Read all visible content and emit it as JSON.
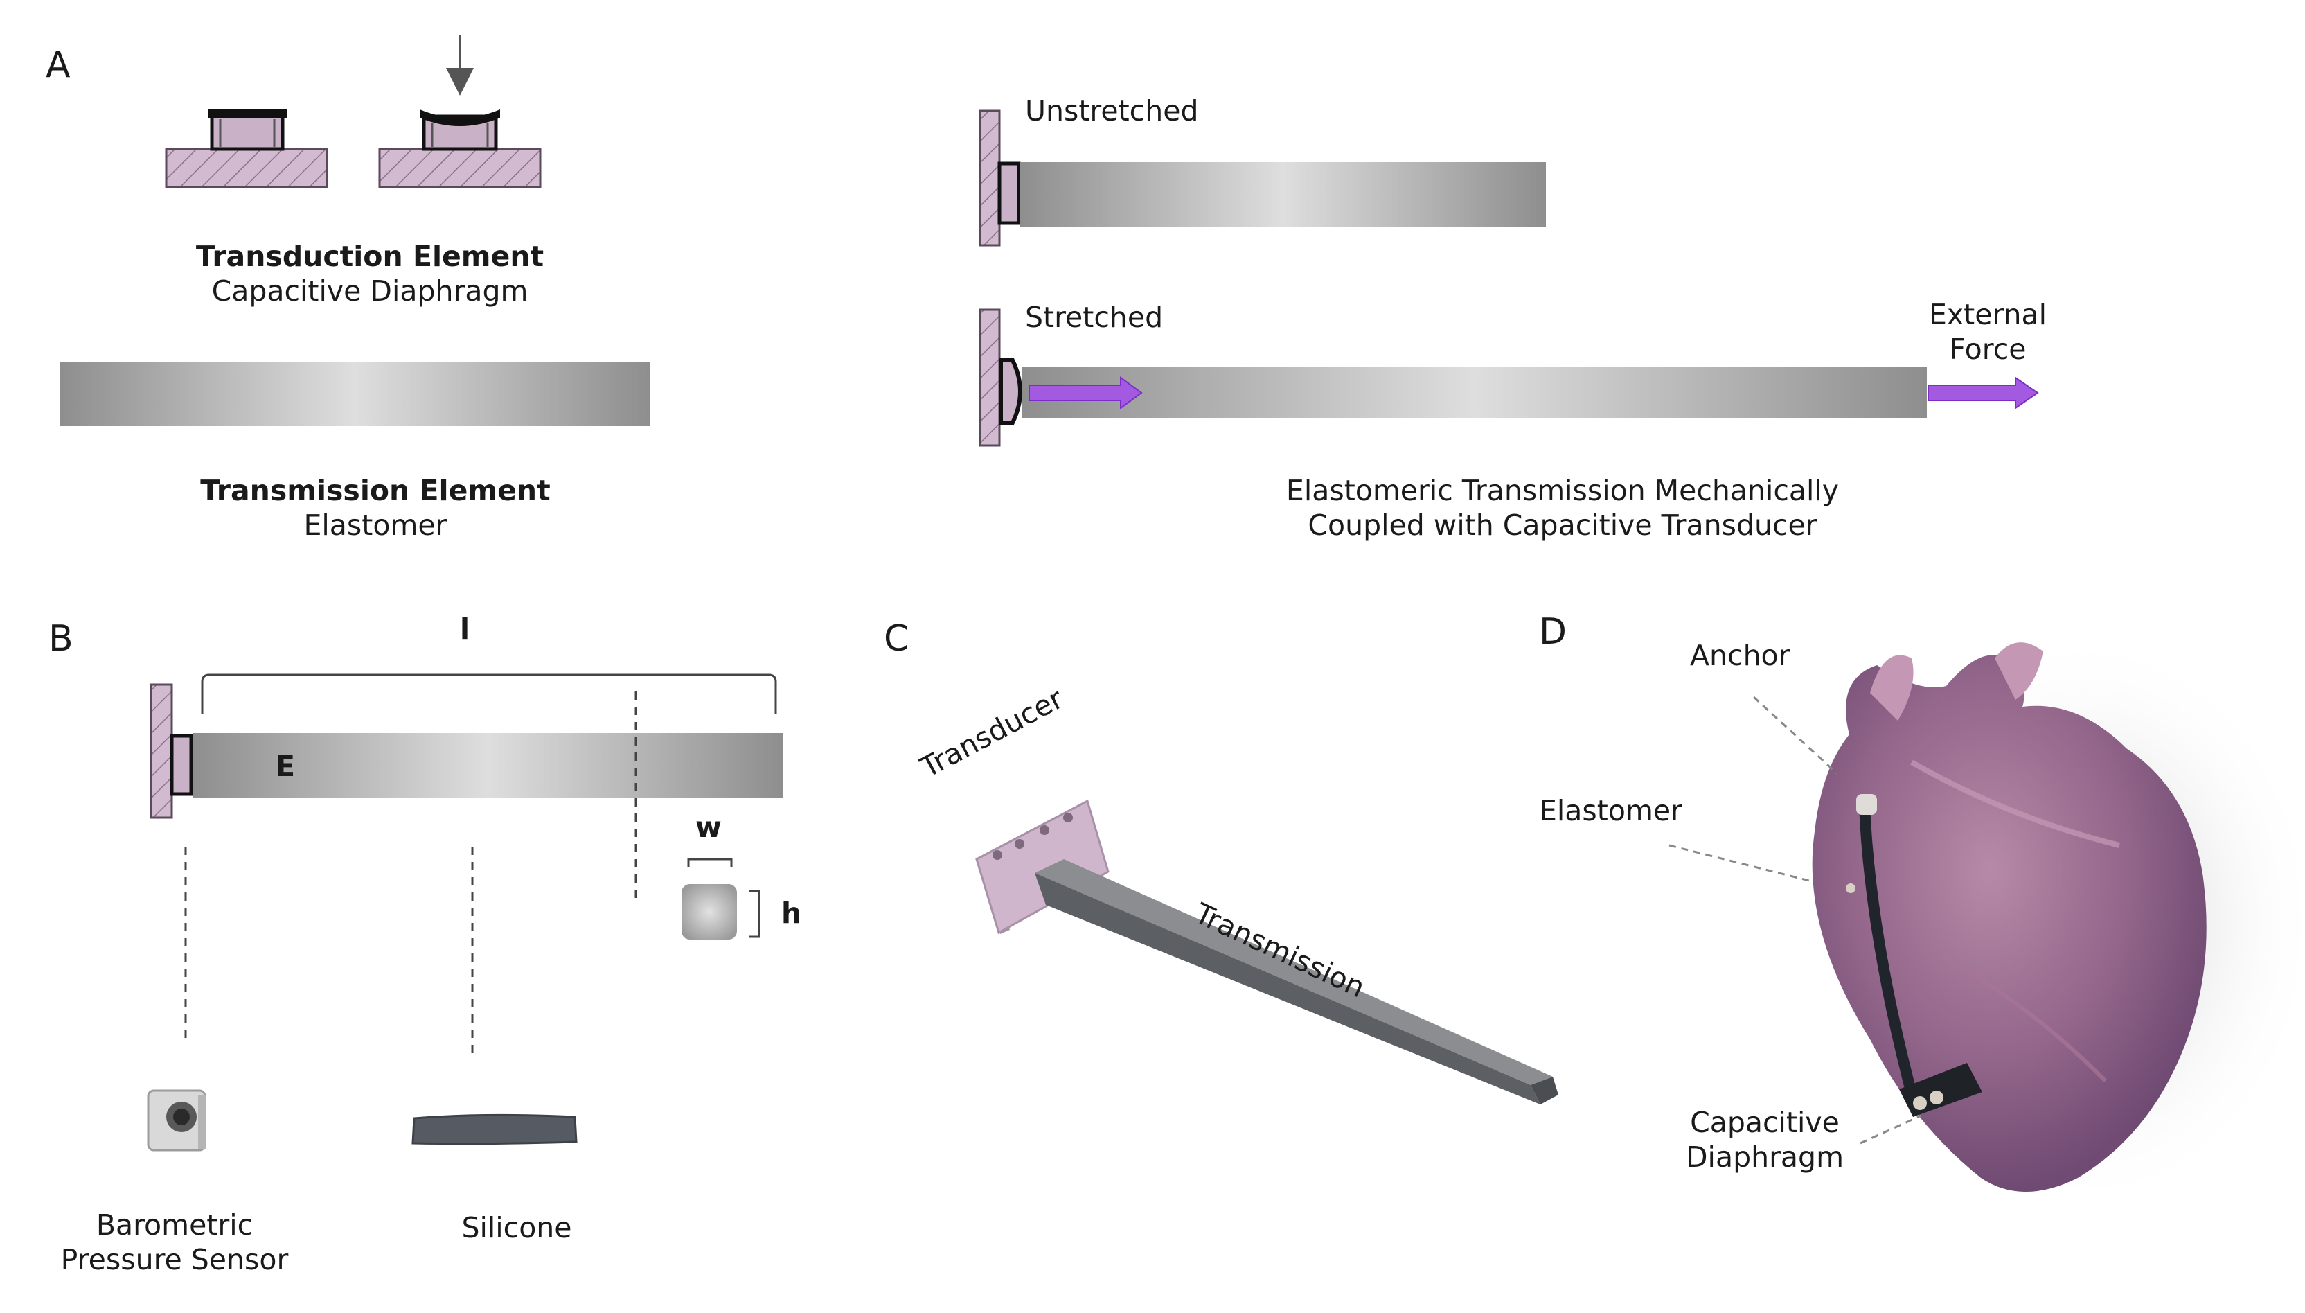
{
  "panels": {
    "a": "A",
    "b": "B",
    "c": "C",
    "d": "D"
  },
  "panel_a": {
    "transduction_title": "Transduction Element",
    "transduction_subtitle": "Capacitive Diaphragm",
    "transmission_title": "Transmission Element",
    "transmission_subtitle": "Elastomer",
    "unstretched": "Unstretched",
    "stretched": "Stretched",
    "external_force_line1": "External",
    "external_force_line2": "Force",
    "caption_line1": "Elastomeric Transmission Mechanically",
    "caption_line2": "Coupled with Capacitive Transducer"
  },
  "panel_b": {
    "length": "l",
    "modulus": "E",
    "width": "w",
    "height": "h",
    "sensor_line1": "Barometric",
    "sensor_line2": "Pressure Sensor",
    "material": "Silicone"
  },
  "panel_c": {
    "transducer": "Transducer",
    "transmission": "Transmission"
  },
  "panel_d": {
    "anchor": "Anchor",
    "elastomer": "Elastomer",
    "diaphragm_line1": "Capacitive",
    "diaphragm_line2": "Diaphragm"
  },
  "colors": {
    "anchor_fill": "#cdb4cb",
    "anchor_stroke": "#5a4a5a",
    "force_arrow": "#a35ae0",
    "elastomer_dark": "#8f8f8f",
    "elastomer_light": "#dcdcdc"
  }
}
